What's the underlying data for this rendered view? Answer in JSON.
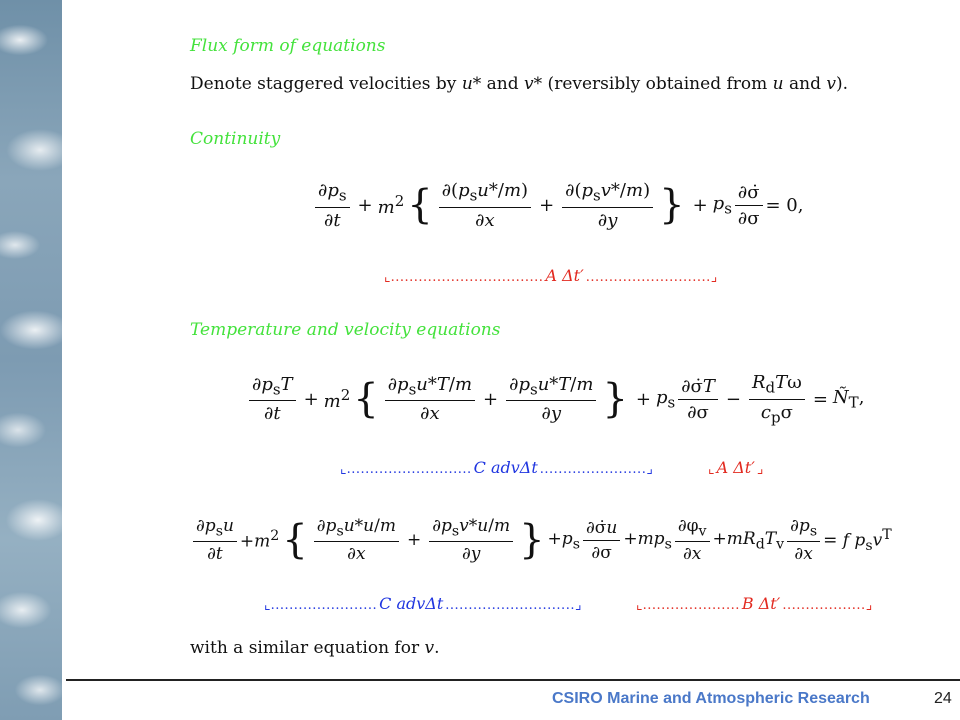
{
  "slide": {
    "heading_flux": "Flux form of equations",
    "intro": {
      "p1": "Denote staggered velocities by ",
      "u_star": "u*",
      "p2": " and ",
      "v_star": "v*",
      "p3": " (reversibly obtained from ",
      "u": "u",
      "p4": " and ",
      "v": "v",
      "p5": ")."
    },
    "heading_continuity": "Continuity",
    "continuity_brace": {
      "label": "A Δt′"
    },
    "heading_temp_vel": "Temperature and velocity equations",
    "temp_brace_left": {
      "label": "C advΔt"
    },
    "temp_brace_right": {
      "label": "A Δt′"
    },
    "vel_brace_left": {
      "label": "C advΔt"
    },
    "vel_brace_right": {
      "label": "B Δt′"
    },
    "closing": {
      "p1": "with a similar equation for ",
      "v": "v",
      "p2": "."
    }
  },
  "footer": {
    "org": "CSIRO Marine and Atmospheric Research",
    "page": "24"
  },
  "colors": {
    "heading_green": "#44e23c",
    "brace_blue": "#2036e0",
    "brace_red": "#e22a20",
    "footer_blue": "#4a78c8"
  }
}
